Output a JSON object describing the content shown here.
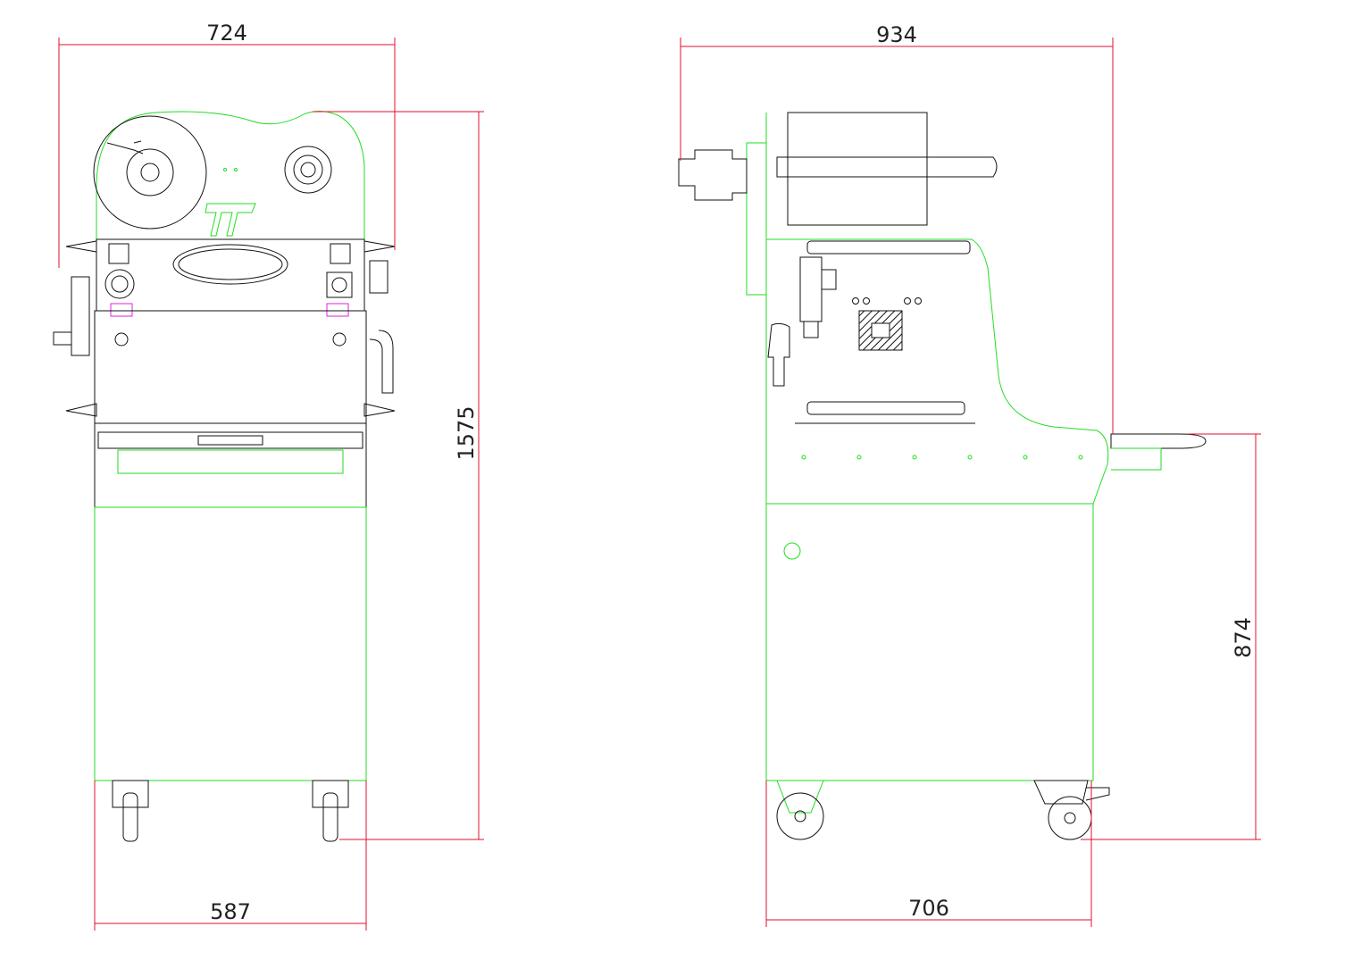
{
  "colors": {
    "outline": "#22dd22",
    "detail": "#111111",
    "dimension": "#e0102e",
    "marker": "#e020e0",
    "accent": "#ffcc00"
  },
  "dimensions": {
    "front_overall_width": "724",
    "front_overall_height": "1575",
    "front_base_width": "587",
    "side_overall_width": "934",
    "side_base_width": "706",
    "side_table_height": "874"
  },
  "views": {
    "front": {
      "items": [
        "tape-reel",
        "tape-holder-knob",
        "logo-mark",
        "control-panel",
        "emergency-stop-button",
        "main-switch",
        "sealing-head",
        "cabinet",
        "caster-wheels"
      ]
    },
    "side": {
      "items": [
        "tape-roll-bracket",
        "compressed-air-regulator",
        "ventilation-grille",
        "cabinet",
        "support-table",
        "caster-wheels"
      ]
    }
  }
}
